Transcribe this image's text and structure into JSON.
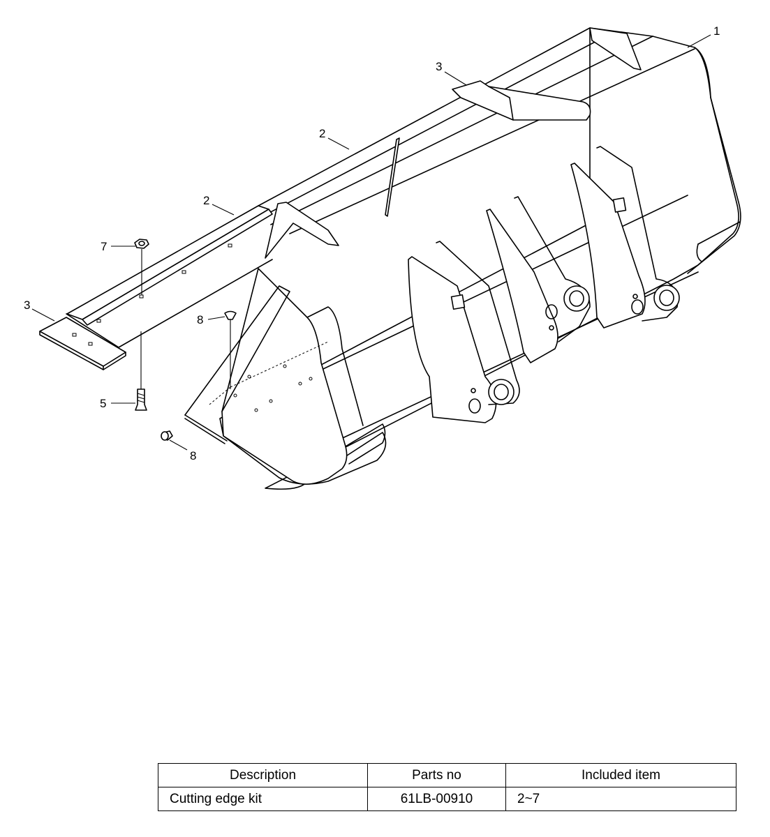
{
  "callouts": {
    "c1": "1",
    "c2a": "2",
    "c2b": "2",
    "c3a": "3",
    "c3b": "3",
    "c5": "5",
    "c7": "7",
    "c8a": "8",
    "c8b": "8"
  },
  "table": {
    "headers": [
      "Description",
      "Parts no",
      "Included item"
    ],
    "rows": [
      [
        "Cutting edge kit",
        "61LB-00910",
        "2~7"
      ]
    ]
  }
}
